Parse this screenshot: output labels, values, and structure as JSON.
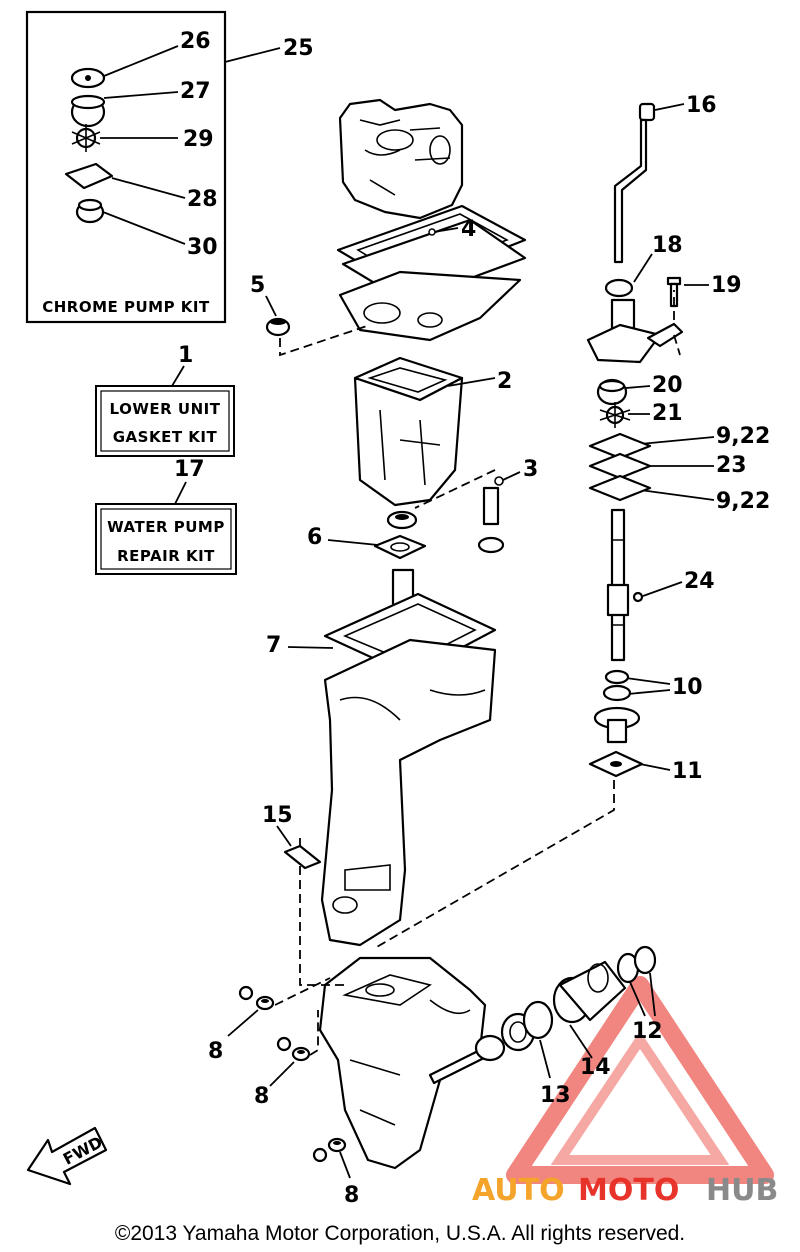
{
  "callouts": {
    "n1": "1",
    "n2": "2",
    "n3": "3",
    "n4": "4",
    "n5": "5",
    "n6": "6",
    "n7": "7",
    "n8a": "8",
    "n8b": "8",
    "n8c": "8",
    "n9_22a": "9,22",
    "n9_22b": "9,22",
    "n10": "10",
    "n11": "11",
    "n12": "12",
    "n13": "13",
    "n14": "14",
    "n15": "15",
    "n16": "16",
    "n17": "17",
    "n18": "18",
    "n19": "19",
    "n20": "20",
    "n21": "21",
    "n23": "23",
    "n24": "24",
    "n25": "25",
    "n26": "26",
    "n27": "27",
    "n28": "28",
    "n29": "29",
    "n30": "30"
  },
  "boxes": {
    "chrome_pump_kit": "CHROME PUMP KIT",
    "lower_unit_line1": "LOWER UNIT",
    "lower_unit_line2": "GASKET KIT",
    "water_pump_line1": "WATER PUMP",
    "water_pump_line2": "REPAIR KIT"
  },
  "fwd_label": "FWD",
  "watermark": {
    "auto": "AUTO",
    "moto": "MOTO",
    "hub": "HUB"
  },
  "copyright": "©2013 Yamaha Motor Corporation, U.S.A. All rights reserved.",
  "colors": {
    "watermark_red": "#e8332a",
    "watermark_orange": "#f4a42a",
    "watermark_gray": "#8a8a8a"
  }
}
